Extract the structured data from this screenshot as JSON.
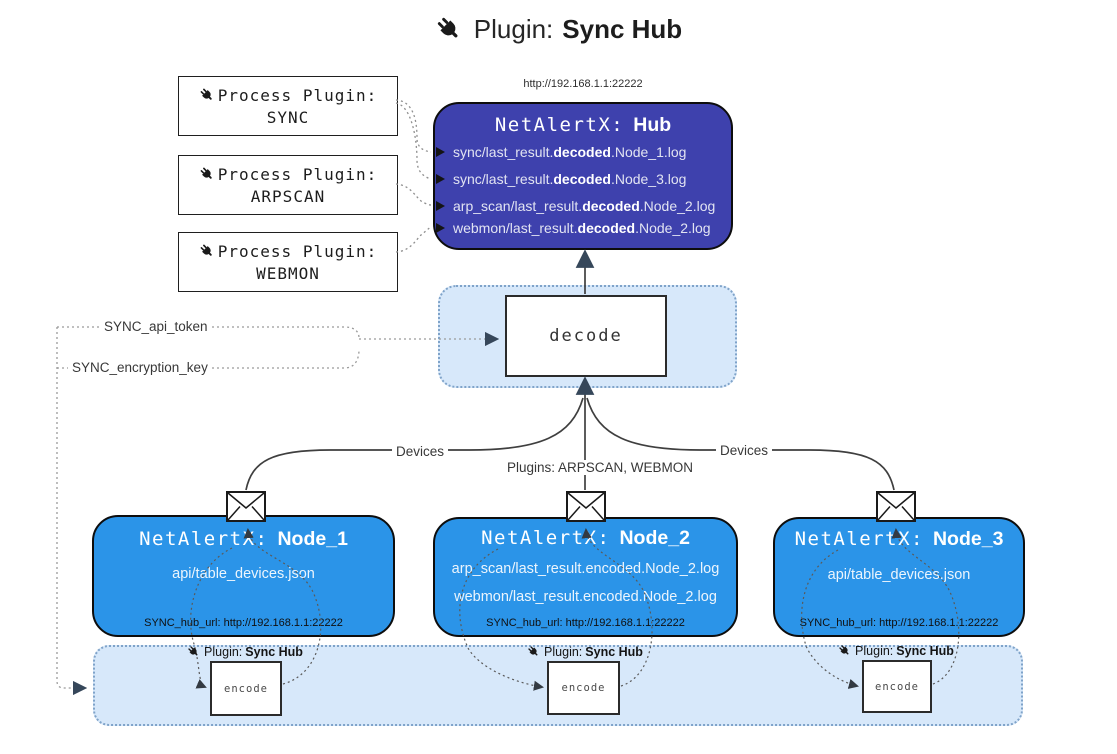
{
  "title": {
    "icon": "plug-icon",
    "prefix": "Plugin:",
    "bold": "Sync Hub"
  },
  "process_plugins": [
    {
      "label": "Process Plugin:",
      "name": "SYNC"
    },
    {
      "label": "Process Plugin:",
      "name": "ARPSCAN"
    },
    {
      "label": "Process Plugin:",
      "name": "WEBMON"
    }
  ],
  "hub": {
    "url": "http://192.168.1.1:22222",
    "name_prefix": "NetAlertX:",
    "name_bold": "Hub",
    "logs": [
      {
        "pre": "sync/last_result.",
        "bold": "decoded",
        "post": ".Node_1.log"
      },
      {
        "pre": "sync/last_result.",
        "bold": "decoded",
        "post": ".Node_3.log"
      },
      {
        "pre": "arp_scan/last_result.",
        "bold": "decoded",
        "post": ".Node_2.log"
      },
      {
        "pre": "webmon/last_result.",
        "bold": "decoded",
        "post": ".Node_2.log"
      }
    ]
  },
  "decode_label": "decode",
  "keys": {
    "api_token": "SYNC_api_token",
    "encryption_key": "SYNC_encryption_key"
  },
  "edge_labels": {
    "devices_left": "Devices",
    "plugins_mid": "Plugins: ARPSCAN, WEBMON",
    "devices_right": "Devices"
  },
  "nodes": [
    {
      "name_prefix": "NetAlertX:",
      "name_bold": "Node_1",
      "files": [
        "api/table_devices.json"
      ],
      "hub_url": "SYNC_hub_url: http://192.168.1.1:22222"
    },
    {
      "name_prefix": "NetAlertX:",
      "name_bold": "Node_2",
      "files": [
        "arp_scan/last_result.encoded.Node_2.log",
        "webmon/last_result.encoded.Node_2.log"
      ],
      "hub_url": "SYNC_hub_url: http://192.168.1.1:22222"
    },
    {
      "name_prefix": "NetAlertX:",
      "name_bold": "Node_3",
      "files": [
        "api/table_devices.json"
      ],
      "hub_url": "SYNC_hub_url: http://192.168.1.1:22222"
    }
  ],
  "encoders": [
    {
      "plugin_prefix": "Plugin:",
      "plugin_bold": "Sync Hub",
      "label": "encode"
    },
    {
      "plugin_prefix": "Plugin:",
      "plugin_bold": "Sync Hub",
      "label": "encode"
    },
    {
      "plugin_prefix": "Plugin:",
      "plugin_bold": "Sync Hub",
      "label": "encode"
    }
  ],
  "colors": {
    "hub_fill": "#3e41ad",
    "node_fill": "#2b94e8",
    "container_fill": "#d7e8fa",
    "container_border": "#7fa3c9",
    "arrow": "#36475a"
  }
}
